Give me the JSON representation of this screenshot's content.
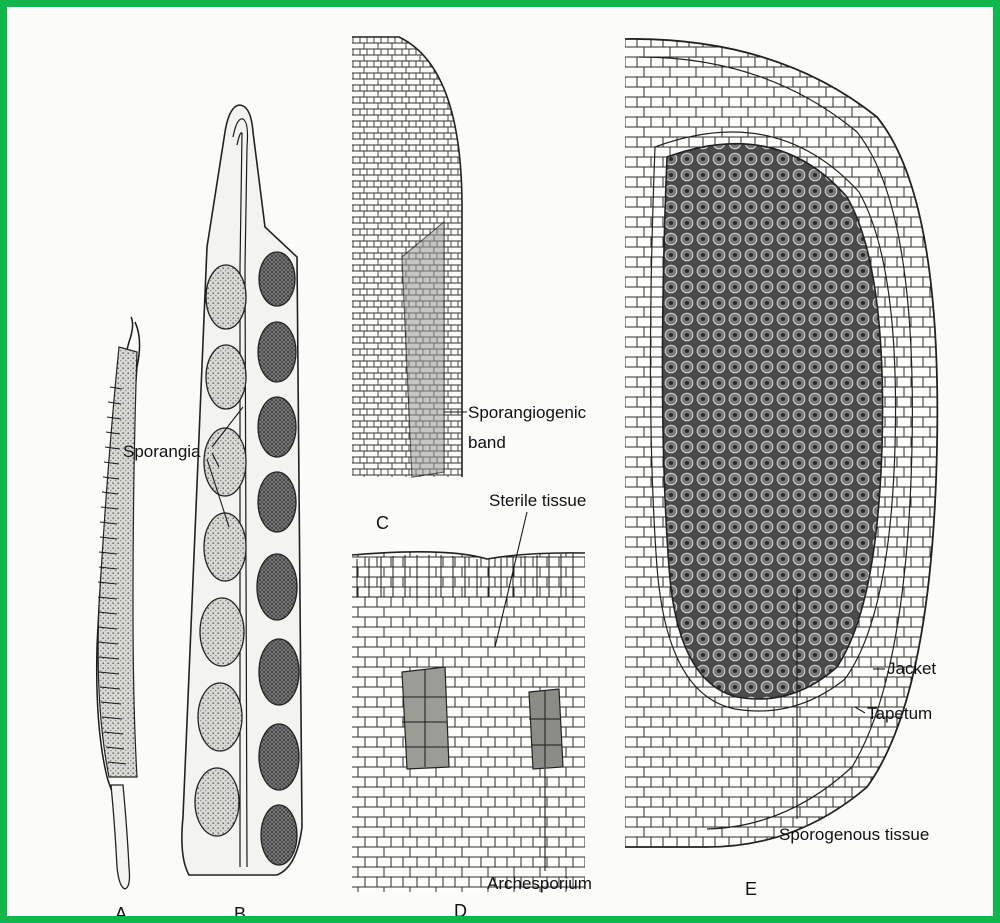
{
  "figure": {
    "border_color": "#10b74a",
    "panels": {
      "a": "A",
      "b": "B",
      "c": "C",
      "d": "D",
      "e": "E"
    },
    "callouts": {
      "sporangia": "Sporangia",
      "sporangiogenic_line1": "Sporangiogenic",
      "sporangiogenic_line2": "band",
      "sterile_tissue": "Sterile tissue",
      "archesporium": "Archesporium",
      "jacket": "Jacket",
      "tapetum": "Tapetum",
      "sporogenous_tissue": "Sporogenous tissue"
    }
  }
}
